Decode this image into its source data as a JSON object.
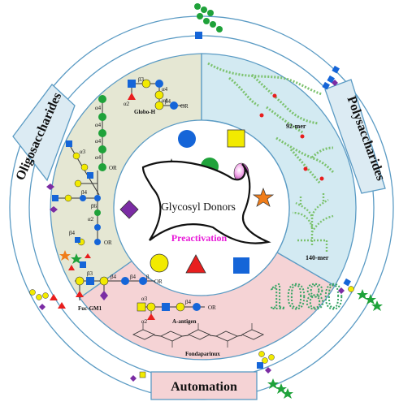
{
  "center": {
    "title": "Glycosyl Donors",
    "subtitle": "Preactivation",
    "subtitle_color": "#e81ad8"
  },
  "sectors": {
    "oligosaccharides": "Oligosaccharides",
    "polysaccharides": "Polysaccharides",
    "automation": "Automation"
  },
  "oligo_labels": {
    "globo_h": "Globo-H",
    "fuc_gm1": "Fuc-GM1",
    "a_antigen": "A-antigen",
    "fondaparinux": "Fondaparinux"
  },
  "poly_labels": {
    "mer92": "92-mer",
    "mer140": "140-mer",
    "mer1080": "1080"
  },
  "linkage_labels": {
    "alpha2": "α2",
    "alpha3": "α3",
    "alpha4": "α4",
    "beta3": "β3",
    "beta4": "β4",
    "beta": "β",
    "beta6": "β6",
    "or": "OR"
  },
  "colors": {
    "oligo_sector": "#e5e7d3",
    "poly_sector": "#d3eaf2",
    "fondaparinux_sector": "#f5d3d5",
    "ring_stroke": "#5b9bc4",
    "tab_fill": "#dcebf3",
    "automation_tab_fill": "#f5d3d5",
    "blue_glc": "#1565d8",
    "yellow_gal": "#f2ea00",
    "green_man": "#1fa23a",
    "red_fuc": "#e81e1e",
    "purple_sia": "#7b2ca4",
    "orange_star": "#f07d1a",
    "green_1080": "#3aa566"
  }
}
